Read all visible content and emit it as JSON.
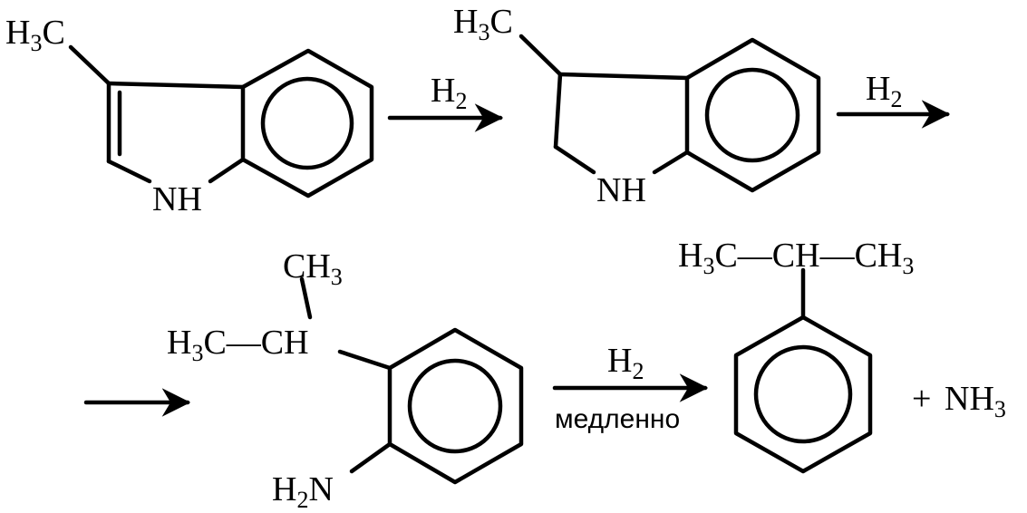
{
  "reaction": {
    "step1": {
      "methyl": "H",
      "methyl_sub": "3",
      "methyl_tail": "C",
      "nh": "NH"
    },
    "arrow1": {
      "reagent": "H",
      "reagent_sub": "2"
    },
    "step2": {
      "methyl": "H",
      "methyl_sub": "3",
      "methyl_tail": "C",
      "nh": "NH"
    },
    "arrow2": {
      "reagent": "H",
      "reagent_sub": "2"
    },
    "step3": {
      "ch3": "CH",
      "ch3_sub": "3",
      "h3c": "H",
      "h3c_sub": "3",
      "h3c_tail": "C—CH",
      "amine": "H",
      "amine_sub": "2",
      "amine_tail": "N"
    },
    "arrow4": {
      "reagent": "H",
      "reagent_sub": "2",
      "condition": "медленно"
    },
    "product": {
      "chain_a": "H",
      "chain_a_sub": "3",
      "chain_b": "C—CH—CH",
      "chain_c_sub": "3",
      "plus": "+",
      "nh3": "NH",
      "nh3_sub": "3"
    }
  },
  "colors": {
    "ink": "#000000",
    "background": "#ffffff"
  }
}
